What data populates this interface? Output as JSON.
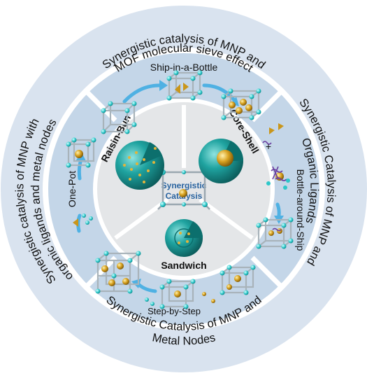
{
  "center": {
    "line1": "Synergistic",
    "line2": "Catalysis"
  },
  "outer_ring": {
    "top_line1": "Synergistic catalysis of MNP and",
    "top_line2": "MOF molecular sieve effect",
    "right_line1": "Synergistic Catalysis of MNP and",
    "right_line2": "Organic Ligands",
    "bottom_line1": "Synergistic Catalysis of MNP and",
    "bottom_line2": "Metal Nodes",
    "left_line1": "Synergistic catalysis of MNP with",
    "left_line2": "organic ligands and metal nodes"
  },
  "methods": {
    "ship_in_bottle": "Ship-in-a-Bottle",
    "bottle_around_ship": "Bottle-around-Ship",
    "step_by_step": "Step-by-Step",
    "one_pot": "One-Pot"
  },
  "structures": {
    "raisin_bun": "Raisin-Bun",
    "core_shell": "Core-Shell",
    "sandwich": "Sandwich"
  },
  "colors": {
    "outer_ring": "#d9e3ef",
    "inner_ring": "#c4d6e8",
    "center_disk": "#e6e6e6",
    "arrow": "#4fb1e3",
    "sphere": "#1fa3a0",
    "node": "#2cc7c9",
    "gold": "#c9961a"
  }
}
